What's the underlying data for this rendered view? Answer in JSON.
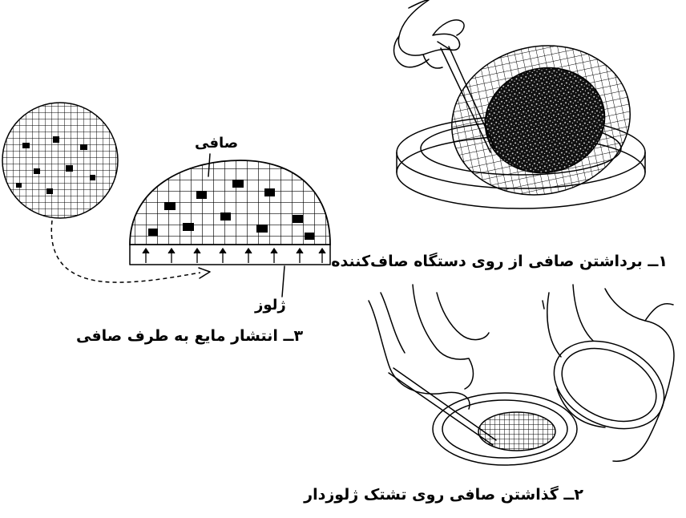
{
  "labels": {
    "filter": "صافی",
    "gel": "ژلوز"
  },
  "captions": {
    "step1": "۱ــ برداشتن صافی از روی دستگاه صاف‌کننده",
    "step2": "۲ــ گذاشتن صافی روی تشتک ژلوزدار",
    "step3": "۳ــ انتشار مایع به طرف صافی"
  }
}
